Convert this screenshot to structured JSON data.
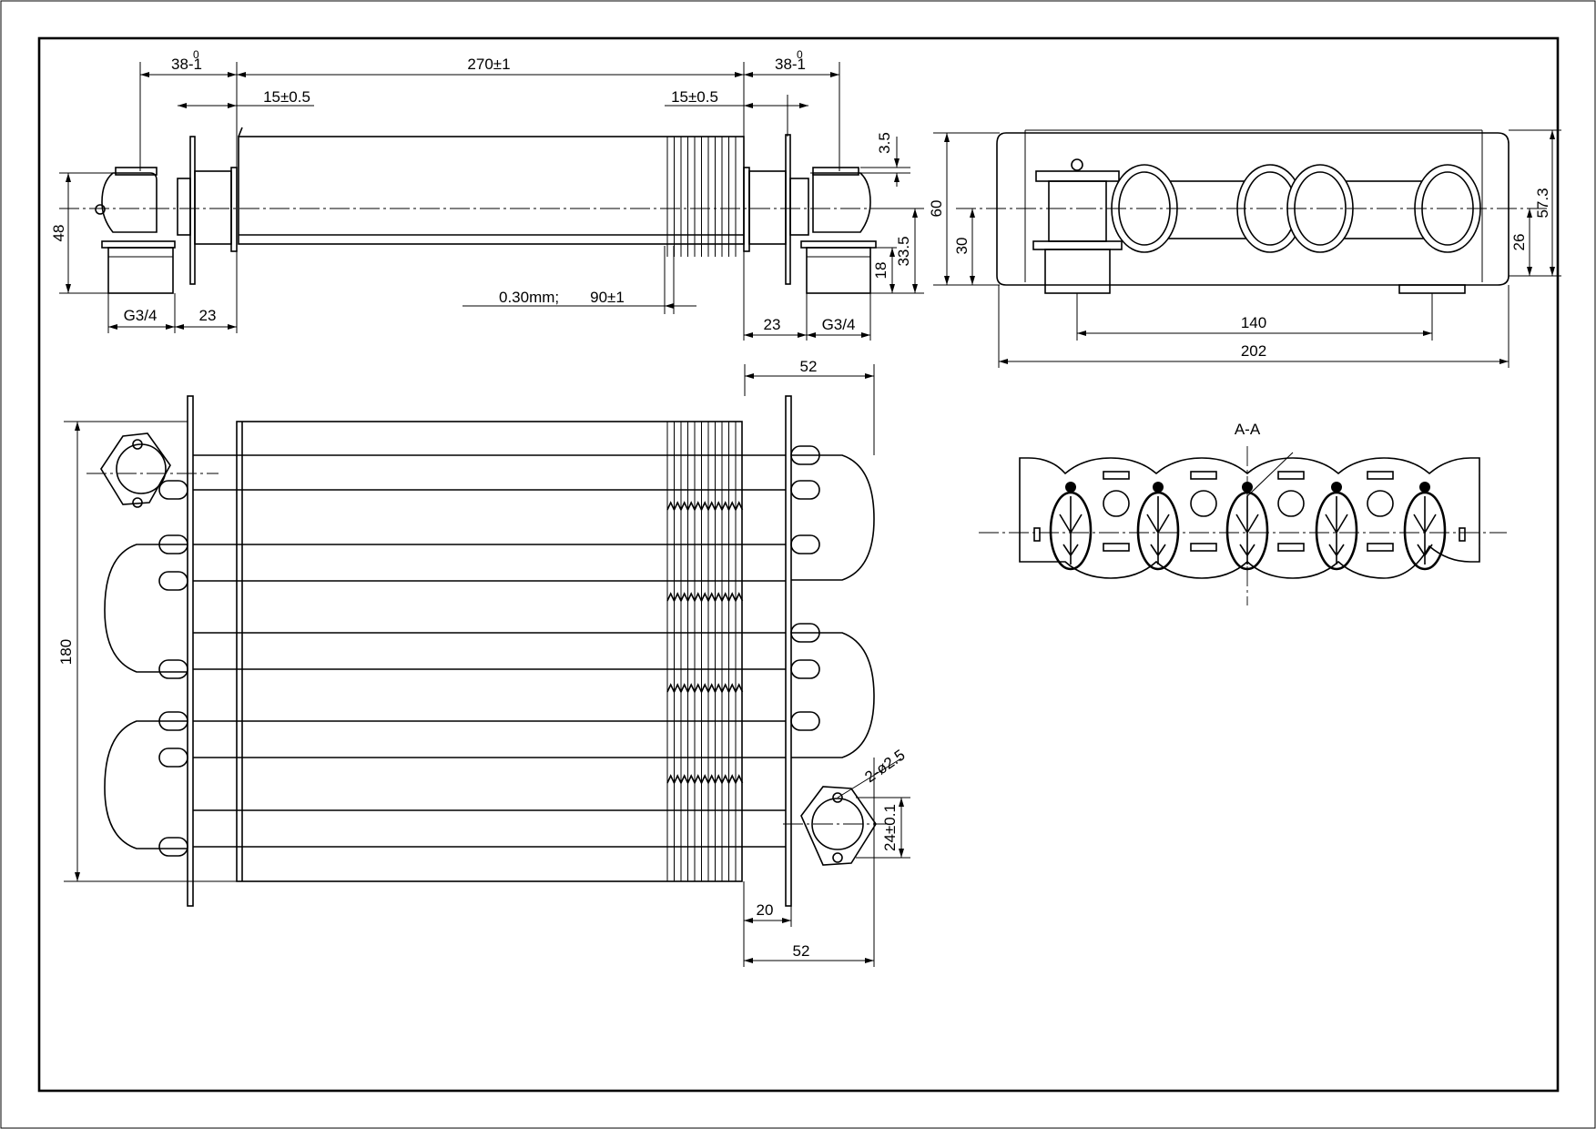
{
  "front_view": {
    "dim_left_flange": "38-1",
    "dim_left_flange_sup": "0",
    "dim_body_length": "270±1",
    "dim_right_flange": "38-1",
    "dim_right_flange_sup": "0",
    "dim_left_offset": "15±0.5",
    "dim_right_offset": "15±0.5",
    "dim_height": "48",
    "dim_fin_thickness": "0.30mm;",
    "dim_fin_pitch": "90±1",
    "dim_left_thread": "G3/4",
    "dim_left_gap": "23",
    "dim_right_gap": "23",
    "dim_right_thread": "G3/4",
    "dim_top_step": "3.5",
    "dim_axis_height": "33.5",
    "dim_thread_height": "18"
  },
  "side_view": {
    "dim_height": "60",
    "dim_axis": "30",
    "dim_total_height": "57.3",
    "dim_inner_height": "26",
    "dim_port_spacing": "140",
    "dim_total_width": "202"
  },
  "plan_view": {
    "dim_top_width": "52",
    "dim_tube_span": "180",
    "dim_hole_note": "2-ø2.5",
    "dim_flange_size": "24±0.1",
    "dim_offset": "20",
    "dim_bottom_width": "52"
  },
  "section": {
    "label": "A-A"
  }
}
